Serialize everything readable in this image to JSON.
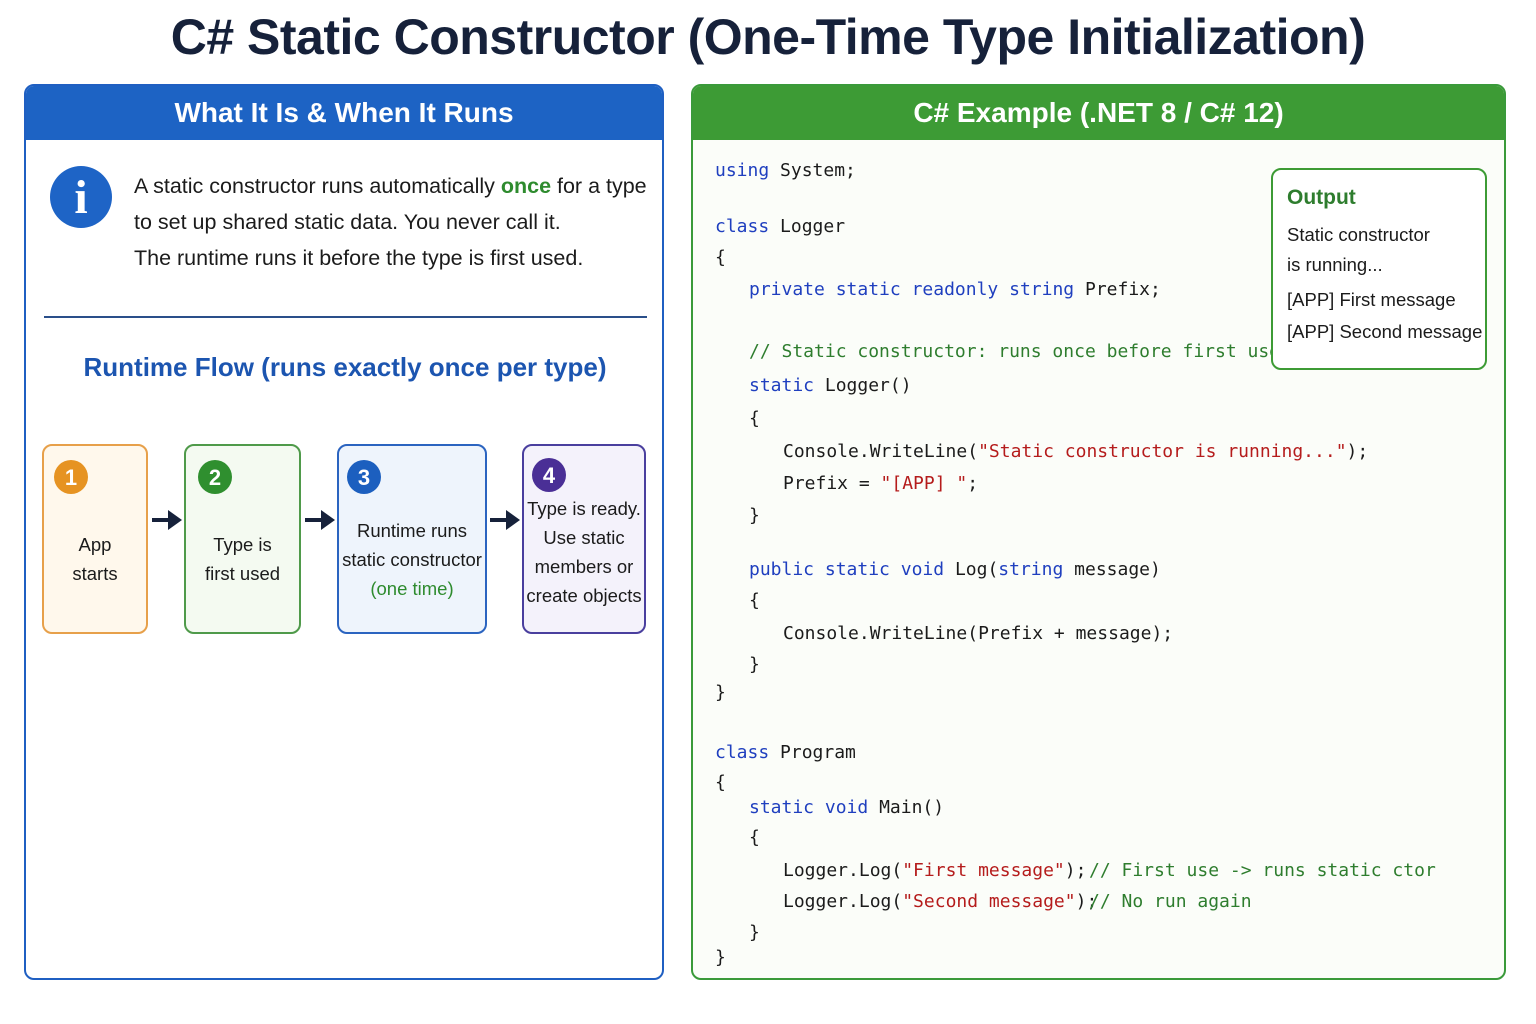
{
  "title": "C# Static Constructor (One-Time Type Initialization)",
  "left_panel": {
    "header": "What It Is & When It Runs",
    "info": {
      "line1_before": "A static constructor runs automatically ",
      "line1_highlight": "once",
      "line1_after": " for a type",
      "line2": "to set up shared static data. You never call it.",
      "line3": "The runtime runs it before the type is first used."
    },
    "flow_title": "Runtime Flow (runs exactly once per type)",
    "steps": [
      {
        "number": "1",
        "lines": [
          "App",
          "starts"
        ]
      },
      {
        "number": "2",
        "lines": [
          "Type is",
          "first used"
        ]
      },
      {
        "number": "3",
        "lines": [
          "Runtime runs",
          "static constructor",
          "(one time)"
        ]
      },
      {
        "number": "4",
        "lines": [
          "Type is ready.",
          "Use static",
          "members or",
          "create objects"
        ]
      }
    ],
    "colors": {
      "header": "#1d63c4",
      "step1": "#e69322",
      "step2": "#2f8f2f",
      "step3": "#1c5fbf",
      "step4": "#4a2f96"
    }
  },
  "right_panel": {
    "header": "C# Example (.NET 8 / C# 12)",
    "code": {
      "l1_kw": "using",
      "l1_rest": " System;",
      "l2_kw": "class",
      "l2_rest": " Logger",
      "open_brace": "{",
      "close_brace": "}",
      "l4_kw1": "private",
      "l4_kw2": "static",
      "l4_kw3": "readonly",
      "l4_kw4": "string",
      "l4_rest": " Prefix;",
      "l5_comment": "// Static constructor: runs once before first use",
      "l6_kw": "static",
      "l6_rest": " Logger()",
      "l8_pre": "Console.WriteLine(",
      "l8_str": "\"Static constructor is running...\"",
      "l8_post": ");",
      "l9_pre": "Prefix = ",
      "l9_str": "\"[APP] \"",
      "l9_post": ";",
      "l11_kw1": "public",
      "l11_kw2": "static",
      "l11_kw3": "void",
      "l11_mid": " Log(",
      "l11_kw4": "string",
      "l11_rest": " message)",
      "l13": "Console.WriteLine(Prefix + message);",
      "l16_kw": "class",
      "l16_rest": " Program",
      "l18_kw1": "static",
      "l18_kw2": "void",
      "l18_rest": " Main()",
      "l20_pre": "Logger.Log(",
      "l20_str": "\"First message\"",
      "l20_post": ");",
      "l20_comment": "// First use -> runs static ctor",
      "l21_pre": "Logger.Log(",
      "l21_str": "\"Second message\"",
      "l21_post": ");",
      "l21_comment": "// No run again"
    },
    "output": {
      "title": "Output",
      "lines": [
        "Static constructor",
        "is running...",
        "[APP] First message",
        "[APP] Second message"
      ]
    },
    "colors": {
      "header": "#3d9b35",
      "keyword": "#1f3fbf",
      "string": "#b51c1c",
      "comment": "#2e7d2e"
    }
  }
}
